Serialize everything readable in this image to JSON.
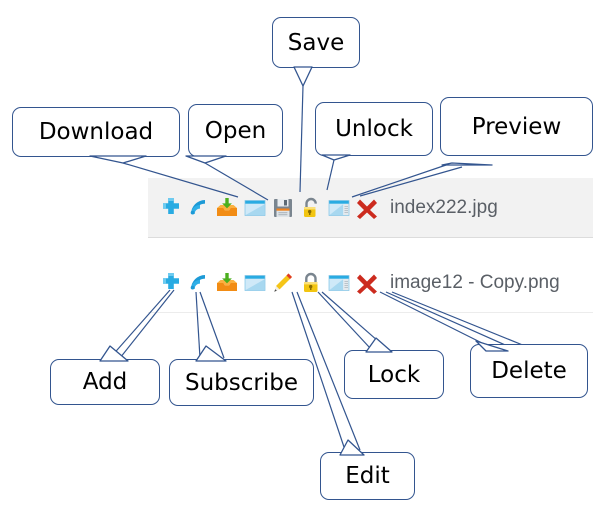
{
  "file_rows": [
    {
      "filename": "index222.jpg",
      "selected": true,
      "actions": [
        "add-icon",
        "subscribe-icon",
        "download-icon",
        "open-icon",
        "save-icon",
        "unlock-icon",
        "preview-icon",
        "delete-icon"
      ]
    },
    {
      "filename": "image12 - Copy.png",
      "selected": false,
      "truncated": true,
      "actions": [
        "add-icon",
        "subscribe-icon",
        "download-icon",
        "open-icon",
        "edit-icon",
        "lock-icon",
        "preview-icon",
        "delete-icon"
      ]
    }
  ],
  "callouts": [
    {
      "id": "download",
      "label": "Download"
    },
    {
      "id": "open",
      "label": "Open"
    },
    {
      "id": "save",
      "label": "Save"
    },
    {
      "id": "unlock",
      "label": "Unlock"
    },
    {
      "id": "preview",
      "label": "Preview"
    },
    {
      "id": "add",
      "label": "Add"
    },
    {
      "id": "subscribe",
      "label": "Subscribe"
    },
    {
      "id": "lock",
      "label": "Lock"
    },
    {
      "id": "delete",
      "label": "Delete"
    },
    {
      "id": "edit",
      "label": "Edit"
    }
  ],
  "colors": {
    "callout_border": "#33558f",
    "leader_line": "#33558f",
    "row_selected_bg": "#f2f2f2",
    "row_bg": "#ffffff",
    "filename_text": "#5a5f66",
    "add_blue": "#29abe2",
    "subscribe_blue": "#1d9ad6",
    "download_orange": "#f28c14",
    "download_green": "#4caf1e",
    "open_blue": "#b8e0f5",
    "save_gray": "#6e7a87",
    "save_orange": "#f0821e",
    "lock_yellow": "#f2c511",
    "edit_yellow": "#f5c518",
    "delete_red": "#cc2b1e",
    "preview_blue": "#29abe2"
  }
}
